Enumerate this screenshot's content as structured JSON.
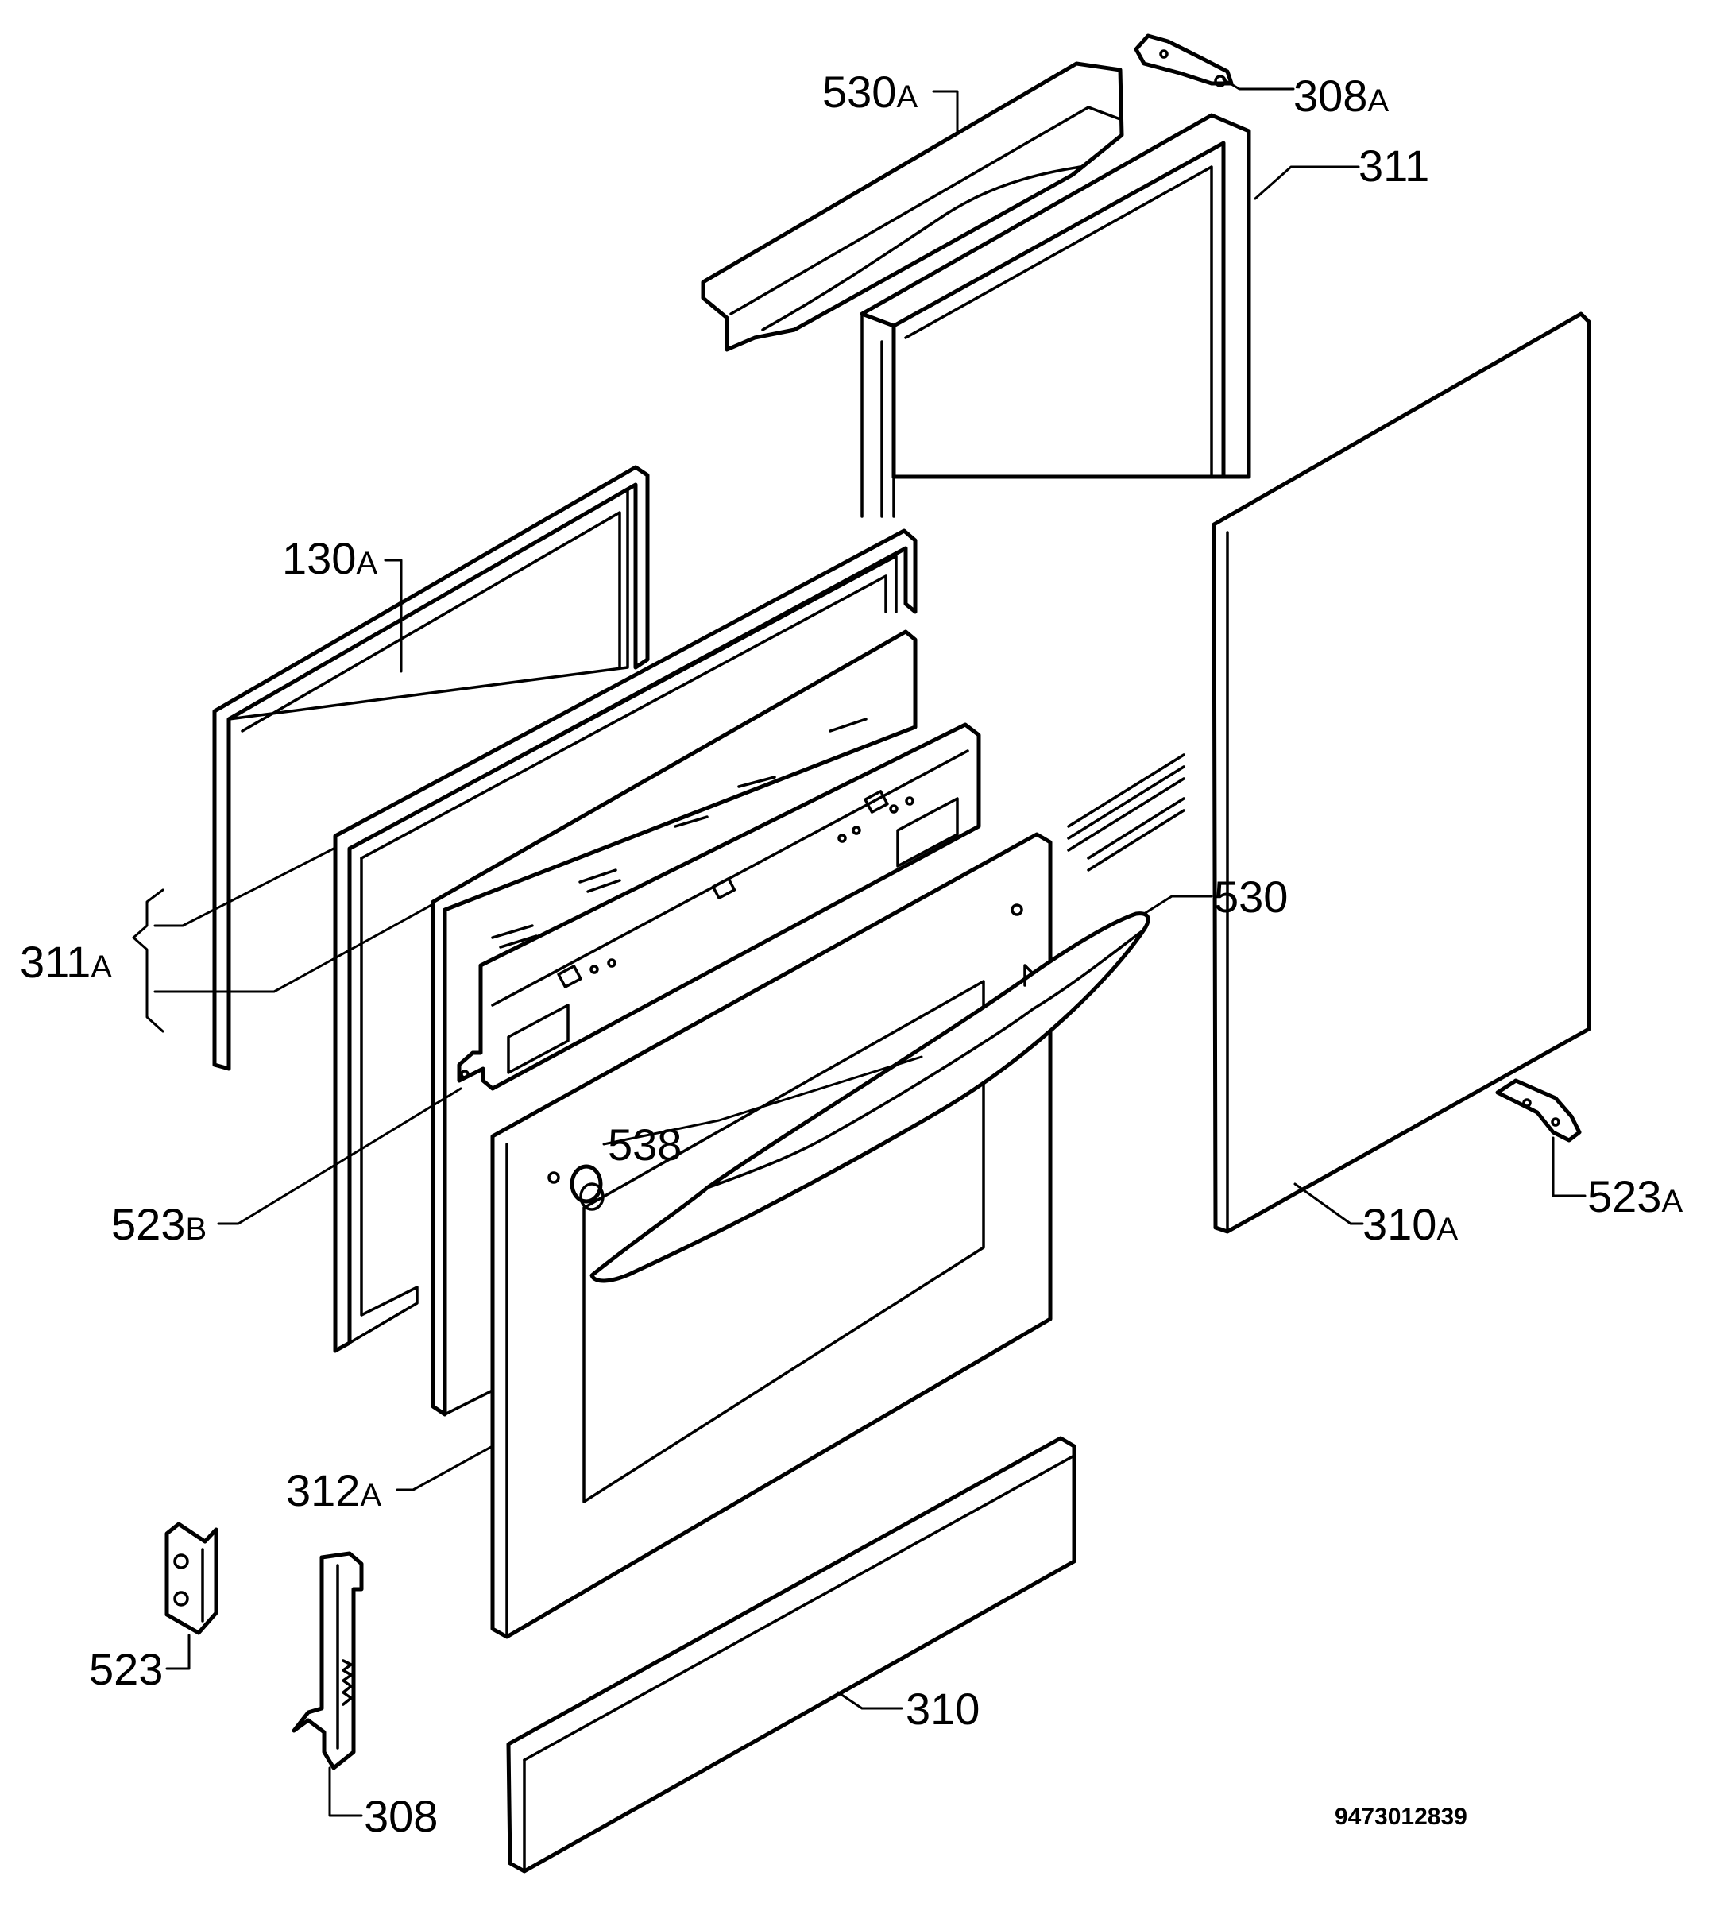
{
  "diagram": {
    "labels": {
      "p530A": {
        "num": "530",
        "suf": "A"
      },
      "p308A": {
        "num": "308",
        "suf": "A"
      },
      "p311": {
        "num": "311",
        "suf": ""
      },
      "p130A": {
        "num": "130",
        "suf": "A"
      },
      "p311A": {
        "num": "311",
        "suf": "A"
      },
      "p530": {
        "num": "530",
        "suf": ""
      },
      "p538": {
        "num": "538",
        "suf": ""
      },
      "p523B": {
        "num": "523",
        "suf": "B"
      },
      "p523A": {
        "num": "523",
        "suf": "A"
      },
      "p310A": {
        "num": "310",
        "suf": "A"
      },
      "p312A": {
        "num": "312",
        "suf": "A"
      },
      "p523": {
        "num": "523",
        "suf": ""
      },
      "p310": {
        "num": "310",
        "suf": ""
      },
      "p308": {
        "num": "308",
        "suf": ""
      }
    },
    "drawing_code": "9473012839"
  }
}
